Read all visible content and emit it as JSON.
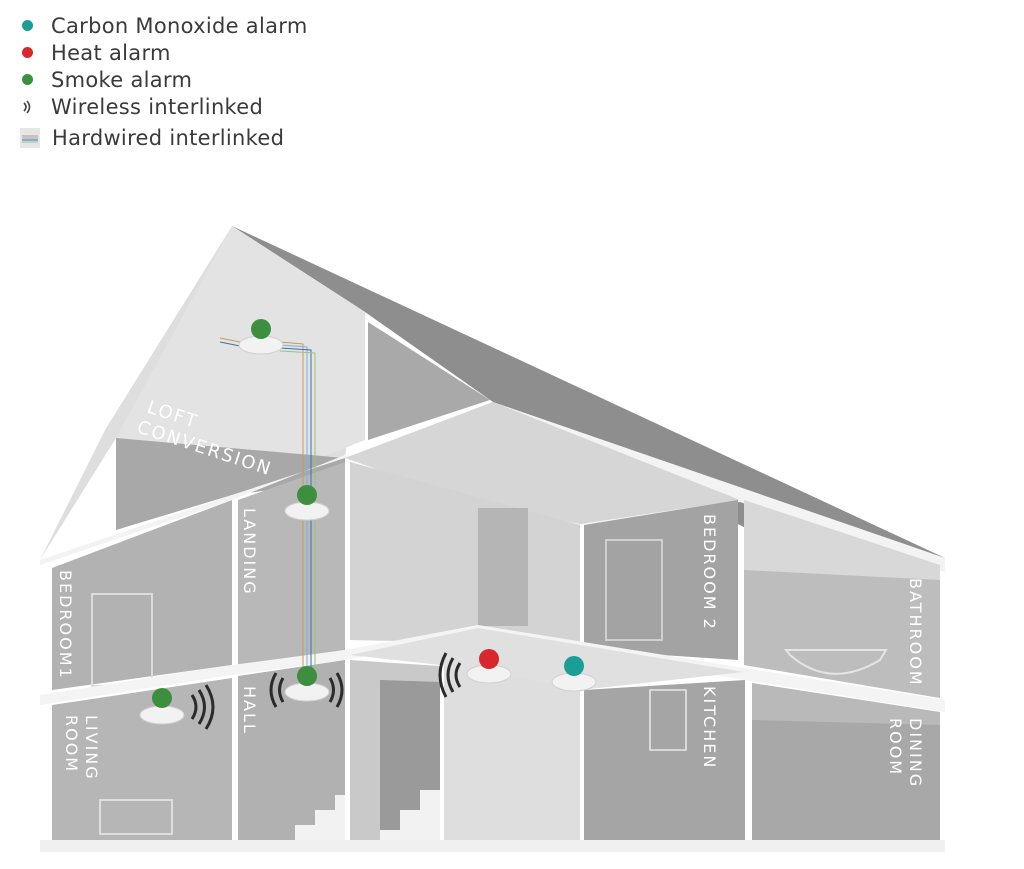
{
  "legend": {
    "items": [
      {
        "label": "Carbon Monoxide alarm",
        "color": "#1a9e96",
        "icon": "dot"
      },
      {
        "label": "Heat alarm",
        "color": "#d9282d",
        "icon": "dot"
      },
      {
        "label": "Smoke alarm",
        "color": "#3d8f3f",
        "icon": "dot"
      },
      {
        "label": "Wireless interlinked",
        "icon": "wireless-icon"
      },
      {
        "label": "Hardwired interlinked",
        "icon": "hardwired-icon"
      }
    ]
  },
  "rooms": {
    "loft_line1": "LOFT",
    "loft_line2": "CONVERSION",
    "landing": "LANDING",
    "bedroom1": "BEDROOM1",
    "bedroom2": "BEDROOM 2",
    "bathroom": "BATHROOM",
    "hall": "HALL",
    "living_line1": "LIVING",
    "living_line2": "ROOM",
    "kitchen": "KITCHEN",
    "dining_line1": "DINING",
    "dining_line2": "ROOM"
  },
  "colors": {
    "co_alarm": "#1a9e96",
    "heat_alarm": "#d9282d",
    "smoke_alarm": "#3d8f3f",
    "house_light": "#dcdcdc",
    "house_mid": "#c4c4c4",
    "house_dark": "#9c9c9c",
    "roof": "#8e8e8e"
  }
}
